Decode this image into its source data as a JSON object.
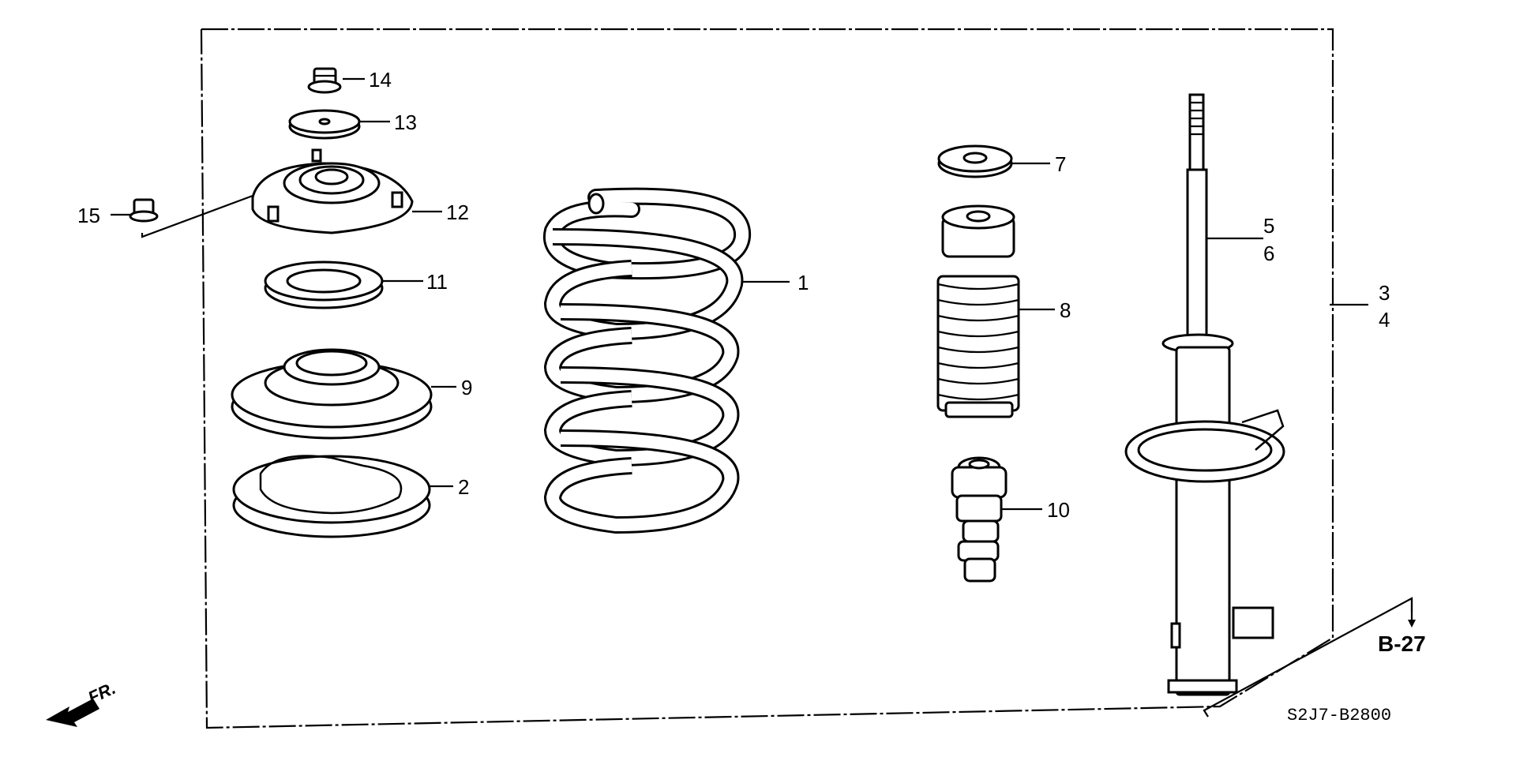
{
  "parts": [
    {
      "id": "p1",
      "number": "1",
      "name": "coil-spring"
    },
    {
      "id": "p2",
      "number": "2",
      "name": "lower-spring-seat"
    },
    {
      "id": "p3",
      "number": "3",
      "name": "strut-assembly-a"
    },
    {
      "id": "p4",
      "number": "4",
      "name": "strut-assembly-b"
    },
    {
      "id": "p5",
      "number": "5",
      "name": "shock-absorber-a"
    },
    {
      "id": "p6",
      "number": "6",
      "name": "shock-absorber-b"
    },
    {
      "id": "p7",
      "number": "7",
      "name": "washer"
    },
    {
      "id": "p8",
      "number": "8",
      "name": "dust-boot"
    },
    {
      "id": "p9",
      "number": "9",
      "name": "upper-spring-seat"
    },
    {
      "id": "p10",
      "number": "10",
      "name": "bump-stop"
    },
    {
      "id": "p11",
      "number": "11",
      "name": "bearing"
    },
    {
      "id": "p12",
      "number": "12",
      "name": "strut-mount"
    },
    {
      "id": "p13",
      "number": "13",
      "name": "mount-washer"
    },
    {
      "id": "p14",
      "number": "14",
      "name": "self-locking-nut"
    },
    {
      "id": "p15",
      "number": "15",
      "name": "flange-nut"
    }
  ],
  "reference": "B-27",
  "diagram_code": "S2J7-B2800",
  "direction_label": "FR."
}
